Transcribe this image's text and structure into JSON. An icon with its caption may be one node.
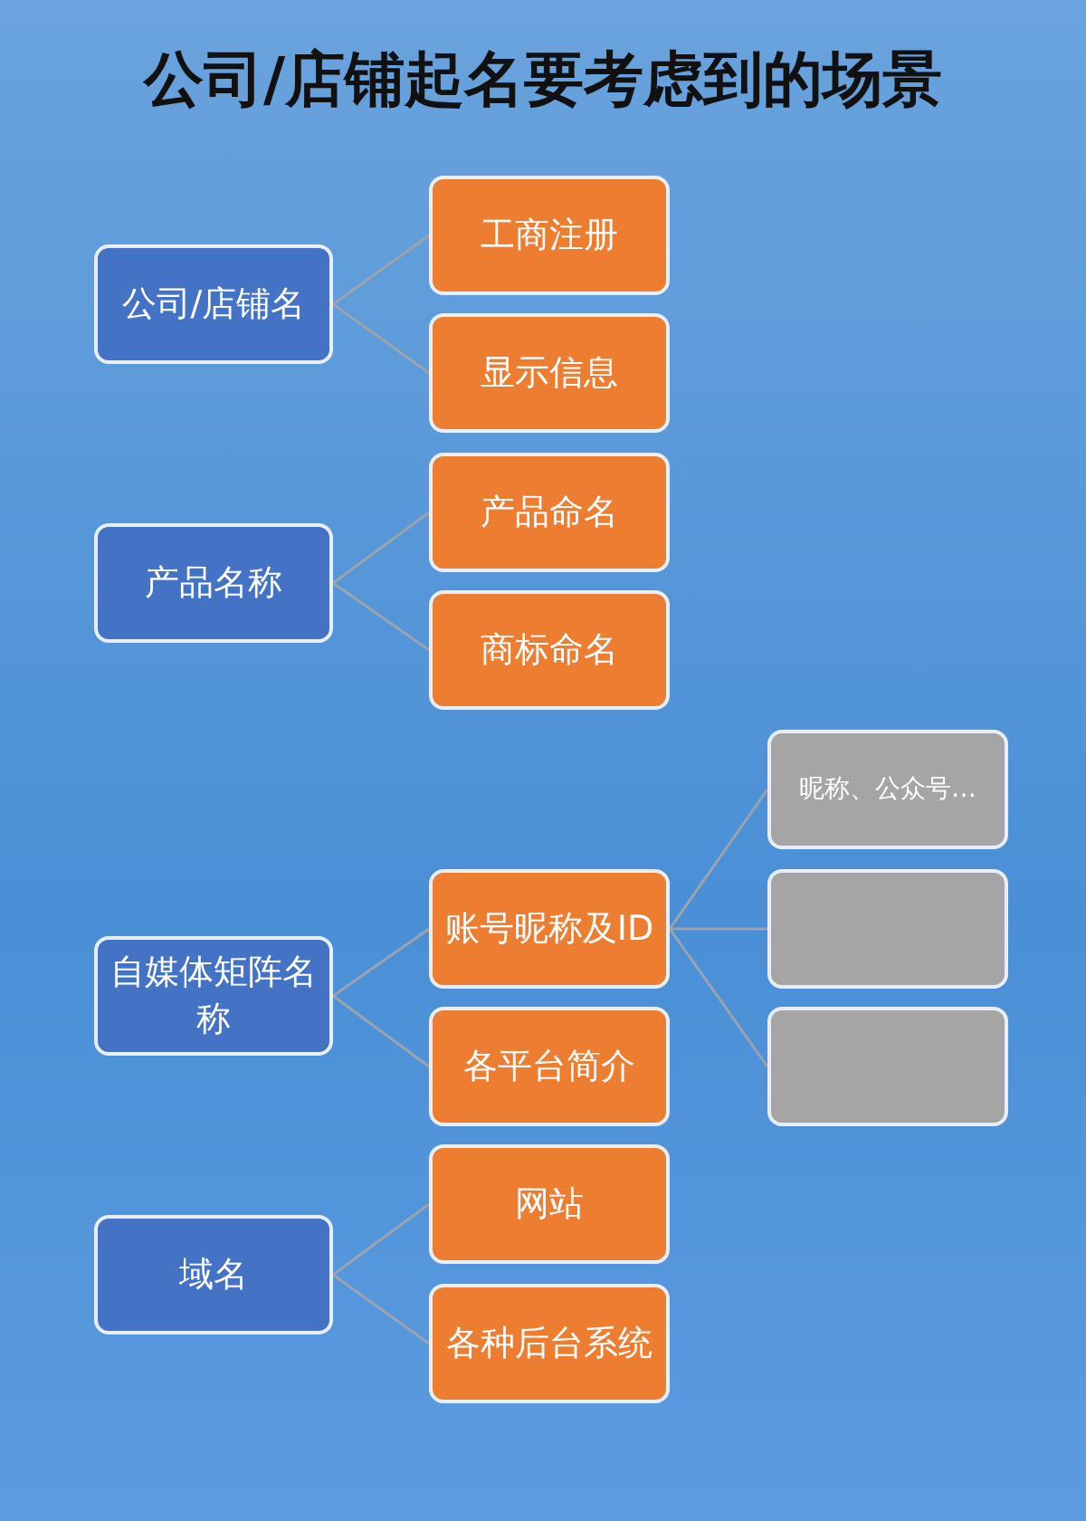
{
  "diagram": {
    "title": "公司/店铺起名要考虑到的场景",
    "nodes": [
      {
        "text": [
          "公司/店铺名"
        ]
      },
      {
        "text": [
          "工商注册"
        ]
      },
      {
        "text": [
          "显示信息"
        ]
      },
      {
        "text": [
          "产品名称"
        ]
      },
      {
        "text": [
          "产品命名"
        ]
      },
      {
        "text": [
          "商标命名"
        ]
      },
      {
        "text": [
          "自媒体矩阵名称"
        ]
      },
      {
        "text": [
          "账号昵称及ID"
        ]
      },
      {
        "text": [
          "各平台简介"
        ]
      },
      {
        "text": [
          "昵称、公众号…"
        ]
      },
      {
        "text": [],
        "shape": "box"
      },
      {
        "text": [],
        "shape": "box"
      },
      {
        "text": [
          "域名"
        ]
      },
      {
        "text": [
          "网站"
        ]
      },
      {
        "text": [
          "各种后台系统"
        ]
      }
    ],
    "edges": [
      {
        "from": 0,
        "to": 1,
        "arrow": "none"
      },
      {
        "from": 0,
        "to": 2,
        "arrow": "none"
      },
      {
        "from": 3,
        "to": 4,
        "arrow": "none"
      },
      {
        "from": 3,
        "to": 5,
        "arrow": "none"
      },
      {
        "from": 6,
        "to": 7,
        "arrow": "none"
      },
      {
        "from": 6,
        "to": 8,
        "arrow": "none"
      },
      {
        "from": 7,
        "to": 9,
        "arrow": "none"
      },
      {
        "from": 7,
        "to": 10,
        "arrow": "none"
      },
      {
        "from": 7,
        "to": 11,
        "arrow": "none"
      },
      {
        "from": 12,
        "to": 13,
        "arrow": "none"
      },
      {
        "from": 12,
        "to": 14,
        "arrow": "none"
      }
    ]
  }
}
